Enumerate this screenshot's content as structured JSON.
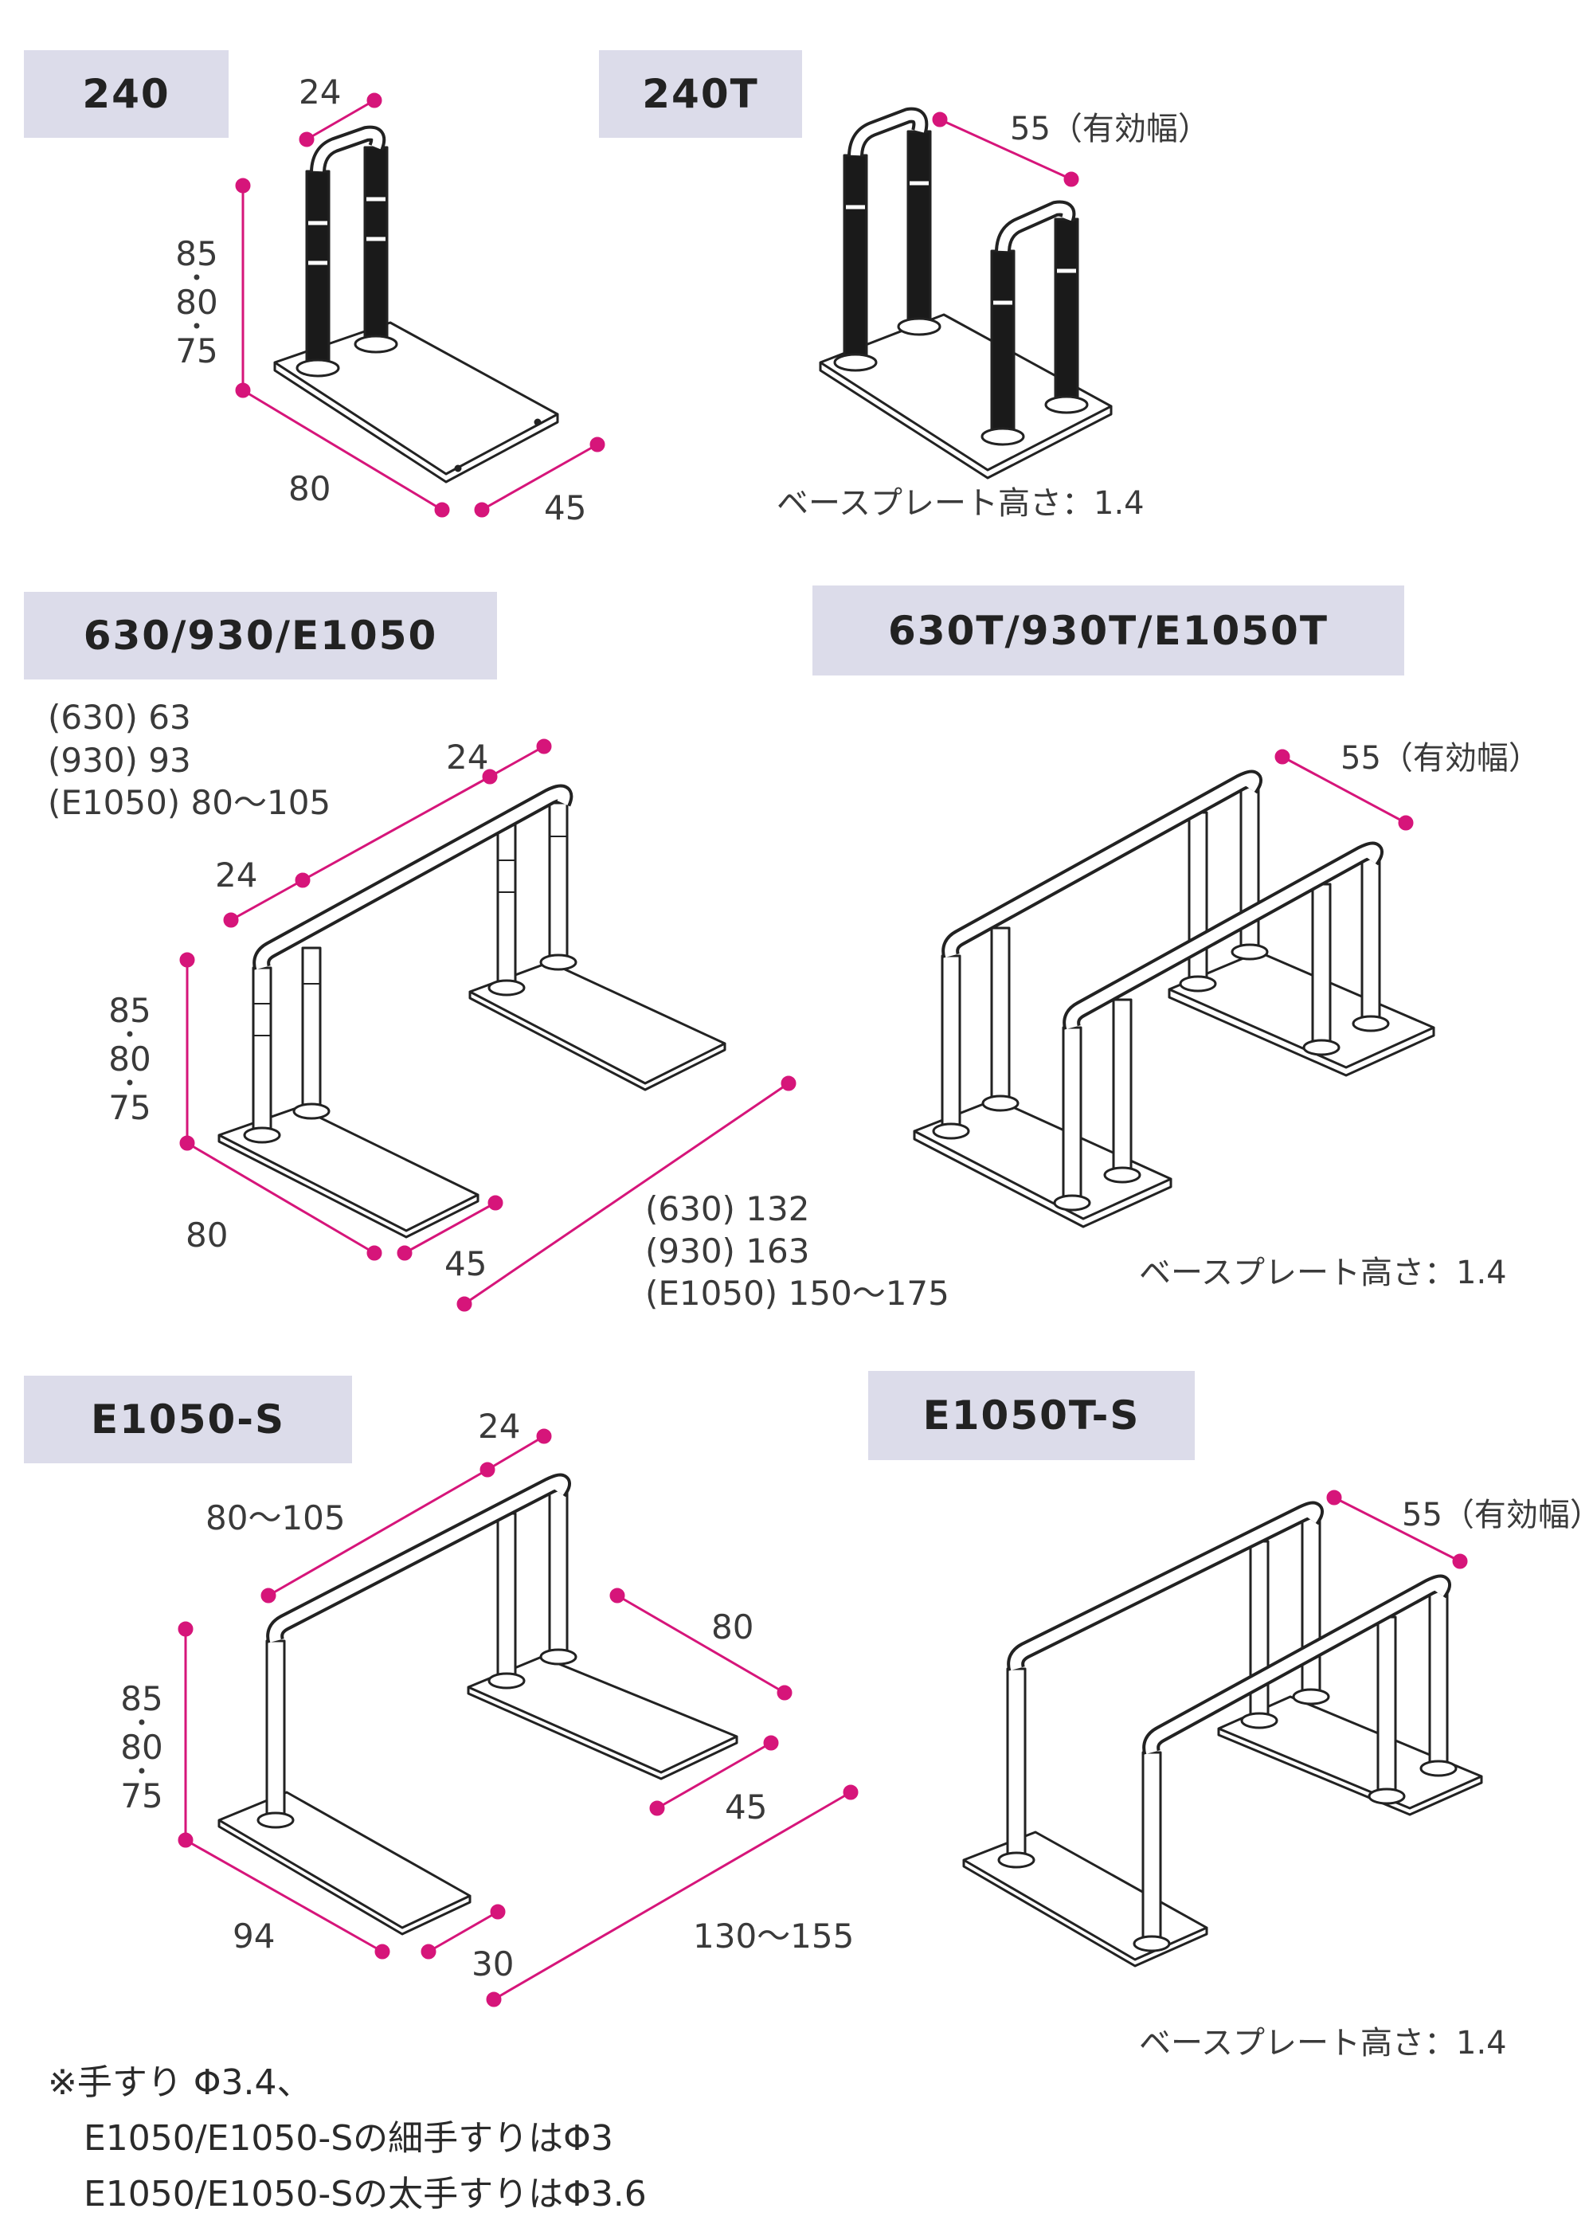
{
  "colors": {
    "dimension_line": "#d6157a",
    "label_bg": "#dcdcea",
    "outline": "#222222"
  },
  "panels": {
    "p240": {
      "label": "240",
      "dims": {
        "top": "24",
        "height": [
          "85",
          "80",
          "75"
        ],
        "length": "80",
        "width": "45"
      }
    },
    "p240t": {
      "label": "240T",
      "dims": {
        "effective_width": "55（有効幅）"
      },
      "base_plate": "ベースプレート高さ：1.4"
    },
    "p630": {
      "label": "630/930/E1050",
      "dims": {
        "rail_lengths": [
          "(630) 63",
          "(930) 93",
          "(E1050) 80～105"
        ],
        "top_right": "24",
        "top_left": "24",
        "height": [
          "85",
          "80",
          "75"
        ],
        "length": "80",
        "width": "45",
        "spans": [
          "(630) 132",
          "(930) 163",
          "(E1050) 150～175"
        ]
      }
    },
    "p630t": {
      "label": "630T/930T/E1050T",
      "dims": {
        "effective_width": "55（有効幅）"
      },
      "base_plate": "ベースプレート高さ：1.4"
    },
    "pe1050s": {
      "label": "E1050-S",
      "dims": {
        "top": "24",
        "rail": "80～105",
        "right_plate": "80",
        "height": [
          "85",
          "80",
          "75"
        ],
        "length": "94",
        "width": "30",
        "right_width": "45",
        "span": "130～155"
      }
    },
    "pe1050ts": {
      "label": "E1050T-S",
      "dims": {
        "effective_width": "55（有効幅）"
      },
      "base_plate": "ベースプレート高さ：1.4"
    }
  },
  "notes": [
    "※手すり Φ3.4、",
    "E1050/E1050-Sの細手すりはΦ3",
    "E1050/E1050-Sの太手すりはΦ3.6"
  ]
}
